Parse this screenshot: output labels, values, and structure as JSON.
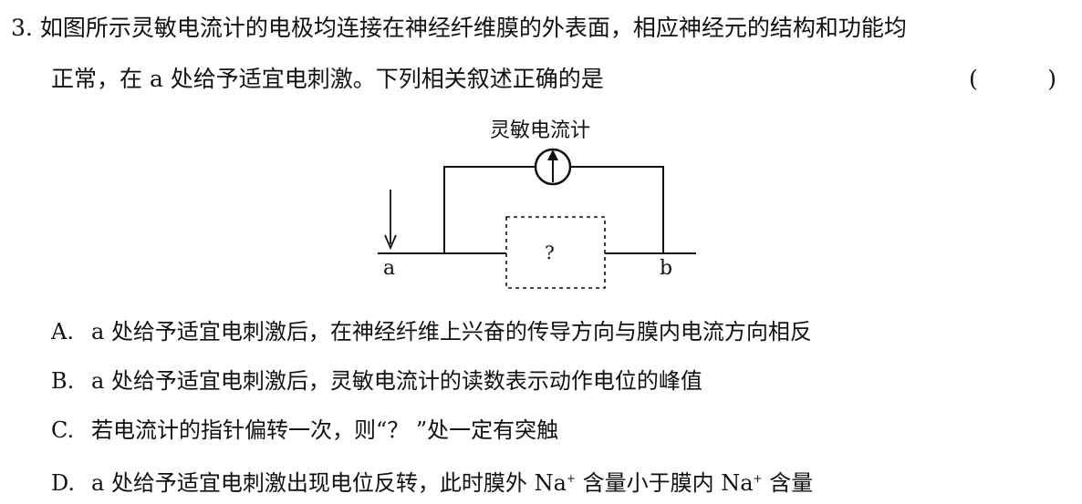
{
  "question": {
    "number": "3.",
    "line1": "如图所示灵敏电流计的电极均连接在神经纤维膜的外表面，相应神经元的结构和功能均",
    "line2": "正常，在 a 处给予适宜电刺激。下列相关叙述正确的是",
    "bracket_open": "(",
    "bracket_close": ")"
  },
  "diagram": {
    "meter_label": "灵敏电流计",
    "point_a": "a",
    "point_b": "b",
    "unknown_box": "?"
  },
  "options": [
    {
      "letter": "A.",
      "text": "a 处给予适宜电刺激后，在神经纤维上兴奋的传导方向与膜内电流方向相反"
    },
    {
      "letter": "B.",
      "text": "a 处给予适宜电刺激后，灵敏电流计的读数表示动作电位的峰值"
    },
    {
      "letter": "C.",
      "text": "若电流计的指针偏转一次，则“？ ”处一定有突触"
    },
    {
      "letter": "D.",
      "text_part1": "a 处给予适宜电刺激出现电位反转，此时膜外 Na",
      "sup1": "+",
      "text_part2": " 含量小于膜内 Na",
      "sup2": "+",
      "text_part3": " 含量"
    }
  ]
}
